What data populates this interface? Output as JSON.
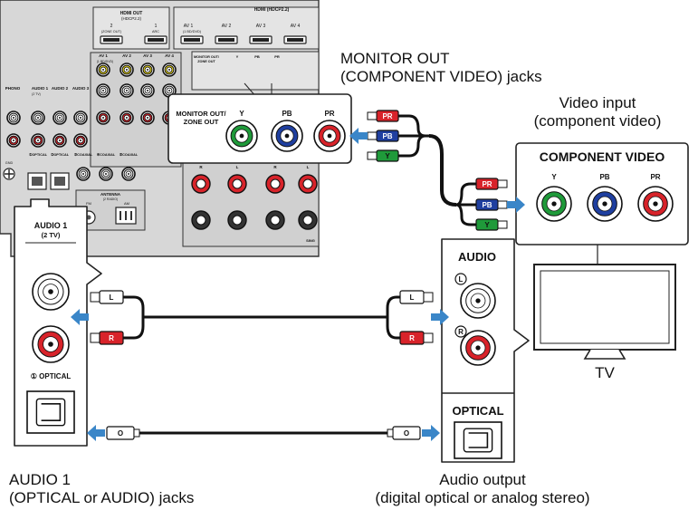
{
  "receiver_panel": {
    "hdmi_out_label": "HDMI OUT",
    "hdmi_out_sub": "(HDCP2.2)",
    "hdmi_label": "HDMI (HDCP2.2)",
    "hdmi_ports": [
      "2",
      "1",
      "AV 1",
      "AV 2",
      "AV 3",
      "AV 4"
    ],
    "hdmi_small": [
      "(ZONE OUT)",
      "ARC",
      "(1 BD/DVD)"
    ],
    "av_labels": [
      "AV 1",
      "AV 2",
      "AV 3",
      "AV 4"
    ],
    "av1_sub": "(1 BD/DVD)",
    "audio_labels": [
      "AUDIO 1",
      "AUDIO 2",
      "AUDIO 3"
    ],
    "audio1_sub": "(2 TV)",
    "phono_label": "PHONO",
    "gnd_label": "GND",
    "optical_labels": [
      "①OPTICAL",
      "②OPTICAL",
      "③COAXIAL",
      "④COAXIAL",
      "⑤COAXIAL"
    ],
    "antenna_label": "ANTENNA",
    "antenna_sub": "(2 RADIO)",
    "fm_label": "FM",
    "am_label": "AM",
    "speaker_labels": [
      "R",
      "L",
      "R",
      "L"
    ],
    "monitor_out_small": [
      "MONITOR OUT/",
      "ZONE OUT"
    ],
    "comp_small": [
      "Y",
      "PB",
      "PR"
    ],
    "sing_label": "SING"
  },
  "callout_monitor": {
    "title_line1": "MONITOR OUT/",
    "title_line2": "ZONE OUT",
    "jacks": [
      {
        "label": "Y",
        "color": "#1f9a3a"
      },
      {
        "label": "PB",
        "color": "#1f3fa0"
      },
      {
        "label": "PR",
        "color": "#d8232a"
      }
    ]
  },
  "callout_audio1": {
    "title": "AUDIO 1",
    "sub": "(2 TV)",
    "optical_label": "① OPTICAL"
  },
  "tv_component": {
    "title": "COMPONENT VIDEO",
    "jacks": [
      {
        "label": "Y",
        "color": "#1f9a3a"
      },
      {
        "label": "PB",
        "color": "#1f3fa0"
      },
      {
        "label": "PR",
        "color": "#d8232a"
      }
    ]
  },
  "tv_audio": {
    "title": "AUDIO",
    "left": "L",
    "right": "R",
    "optical": "OPTICAL"
  },
  "cable_plugs": {
    "pr": "PR",
    "pb": "PB",
    "y": "Y",
    "l": "L",
    "r": "R",
    "o": "O"
  },
  "labels": {
    "monitor_out_line1": "MONITOR OUT",
    "monitor_out_line2": "(COMPONENT VIDEO) jacks",
    "video_input_line1": "Video input",
    "video_input_line2": "(component video)",
    "tv": "TV",
    "audio1_line1": "AUDIO 1",
    "audio1_line2": "(OPTICAL or AUDIO) jacks",
    "audio_output_line1": "Audio output",
    "audio_output_line2": "(digital optical or analog stereo)"
  },
  "colors": {
    "arrow": "#3a86c8",
    "panel": "#d7d7d7",
    "red": "#d8232a",
    "green": "#1f9a3a",
    "blue": "#1f3fa0",
    "yellow": "#e9d81f"
  }
}
